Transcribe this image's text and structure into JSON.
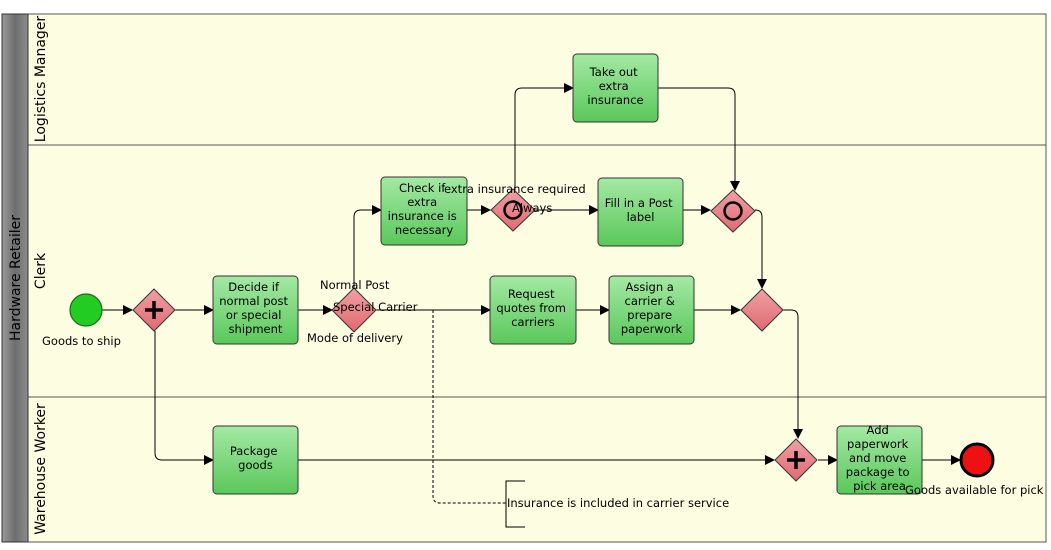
{
  "pool": {
    "name": "Hardware Retailer"
  },
  "lanes": [
    {
      "id": "logistics",
      "name": "Logistics  Manager"
    },
    {
      "id": "clerk",
      "name": "Clerk"
    },
    {
      "id": "warehouse",
      "name": "Warehouse Worker"
    }
  ],
  "tasks": {
    "decide": [
      "Decide if",
      "normal post",
      "or special",
      "shipment"
    ],
    "check": [
      "Check if",
      "extra",
      "insurance is",
      "necessary"
    ],
    "takeout": [
      "Take out",
      "extra",
      "insurance"
    ],
    "fillin": [
      "Fill in a Post",
      "label"
    ],
    "request": [
      "Request",
      "quotes from",
      "carriers"
    ],
    "assign": [
      "Assign a",
      "carrier &",
      "prepare",
      "paperwork"
    ],
    "package": [
      "Package",
      "goods"
    ],
    "addpaper": [
      "Add",
      "paperwork",
      "and move",
      "package to",
      "pick area"
    ]
  },
  "events": {
    "start": "Goods  to ship",
    "end": "Goods available  for pick"
  },
  "labels": {
    "mode": "Mode of delivery",
    "normal": "Normal Post",
    "special": "Special Carrier",
    "extra": "extra insurance required",
    "always": "Always",
    "annotation": "Insurance is included in carrier service"
  },
  "colors": {
    "lane_fill": "#fdfde2",
    "task_top": "#9fe79f",
    "task_bottom": "#5cca5c",
    "gateway": "#e87e84",
    "start_event": "#22cc22",
    "end_event": "#ee1111",
    "pool_header": "#777777"
  }
}
